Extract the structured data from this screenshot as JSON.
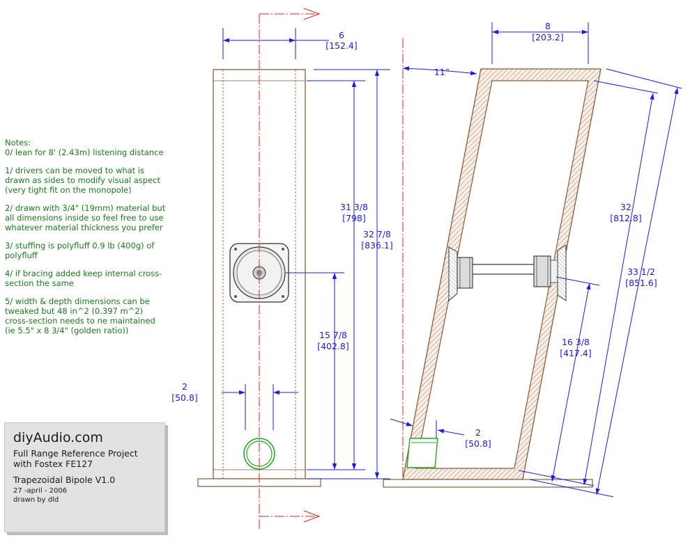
{
  "notes": {
    "heading": "Notes:",
    "items": [
      "0/ lean for 8' (2.43m) listening distance",
      "1/ drivers can be moved to what is drawn as sides to modify visual aspect (very tight fit on the monopole)",
      "2/ drawn with 3/4\" (19mm) material but all dimensions inside so feel free to use whatever material thickness you prefer",
      "3/ stuffing is polyfluff 0.9 lb (400g) of polyfluff",
      "4/ if bracing added keep internal cross-section the same",
      "5/ width & depth dimensions can be tweaked but 48 in^2 (0.397 m^2) cross-section needs to ne maintained (ie 5.5\" x 8 3/4\" (golden ratio))"
    ]
  },
  "title_block": {
    "site": "diyAudio.com",
    "project_line1": "Full Range Reference Project",
    "project_line2": "with Fostex FE127",
    "design": "Trapezoidal Bipole V1.0",
    "date": "27 -april - 2006",
    "author": "drawn by dld"
  },
  "dimensions": {
    "front_width": [
      "6",
      "[152.4]"
    ],
    "inner_height": [
      "31 3/8",
      "[798]"
    ],
    "outer_height": [
      "32 7/8",
      "[836.1]"
    ],
    "driver_height": [
      "15 7/8",
      "[402.8]"
    ],
    "port_width": [
      "2",
      "[50.8]"
    ],
    "side_depth": [
      "8",
      "[203.2]"
    ],
    "angle": "11°",
    "side_inner_length": [
      "32",
      "[812.8]"
    ],
    "side_outer_length": [
      "33 1/2",
      "[851.6]"
    ],
    "side_driver_height": [
      "16 3/8",
      "[417.4]"
    ],
    "side_port_offset": [
      "2",
      "[50.8]"
    ]
  },
  "colors": {
    "dimension": "#1a1aee",
    "centerline": "#e8211c",
    "wood": "#8a5a3a",
    "hatch": "#b88a6a",
    "port": "#22aa22",
    "notes": "#1a7a1a",
    "titlebox_bg": "#e2e2e2"
  }
}
